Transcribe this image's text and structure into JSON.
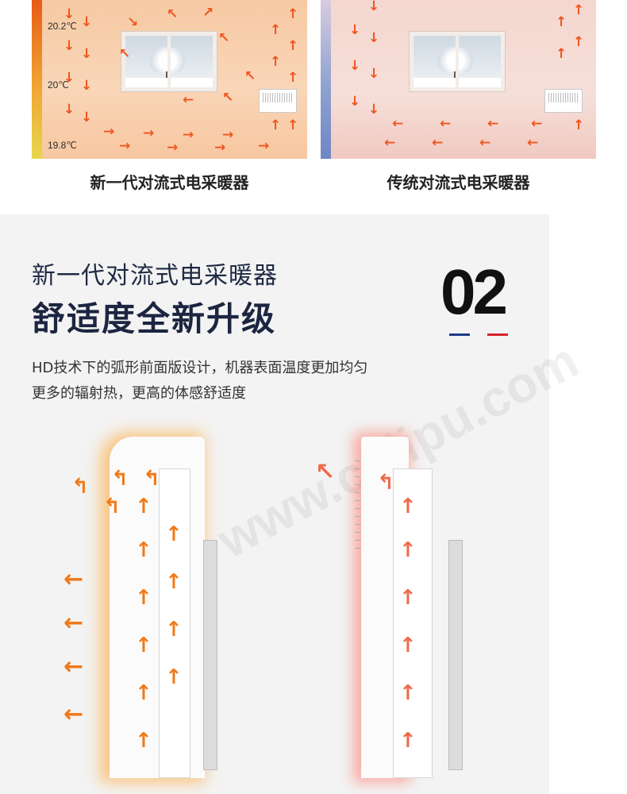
{
  "comparison": {
    "left": {
      "temps": [
        "20.2℃",
        "20℃",
        "19.8℃"
      ],
      "caption": "新一代对流式电采暖器"
    },
    "right": {
      "caption": "传统对流式电采暖器"
    }
  },
  "feature": {
    "subtitle": "新一代对流式电采暖器",
    "headline": "舒适度全新升级",
    "number": "02",
    "description_line1": "HD技术下的弧形前面版设计，机器表面温度更加均匀",
    "description_line2": "更多的辐射热，更高的体感舒适度"
  },
  "watermark": "www.colipu.com",
  "colors": {
    "warm_arrow": "#f0551e",
    "red_arrow": "#ef6a4a",
    "navy_text": "#1c2540",
    "underline_blue": "#1e3a8a",
    "underline_red": "#d6232d"
  }
}
